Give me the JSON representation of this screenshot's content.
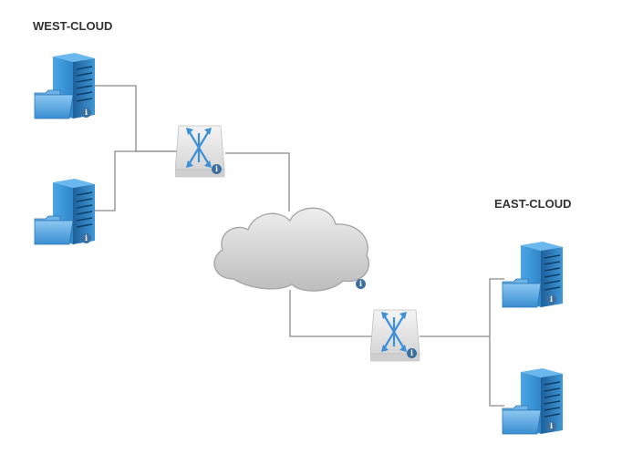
{
  "groups": {
    "west": {
      "label": "WEST-CLOUD"
    },
    "east": {
      "label": "EAST-CLOUD"
    }
  },
  "nodes": {
    "server_icon": "server-with-folder-icon",
    "switch_icon": "network-switch-icon",
    "cloud_icon": "cloud-icon",
    "info_icon": "info-icon",
    "info_glyph": "i"
  },
  "colors": {
    "server_blue": "#2f86c8",
    "folder_blue": "#4fa3e0",
    "link_gray": "#8a8a8a",
    "cloud_gray": "#c8c8c8",
    "info_blue": "#3b6fa0",
    "label_text": "#333333"
  }
}
